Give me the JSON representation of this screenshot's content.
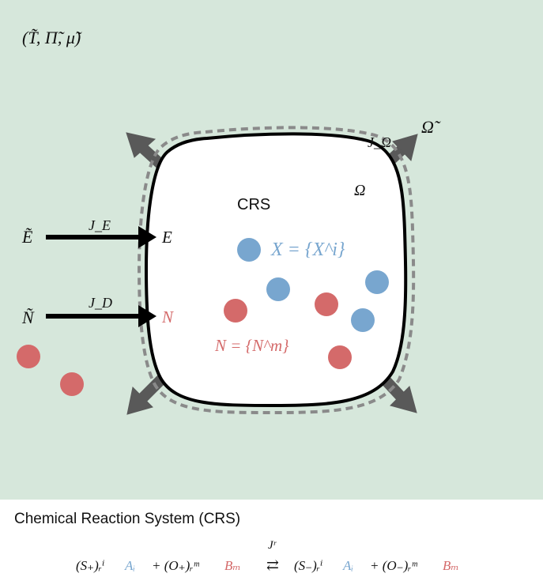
{
  "environment_label": "(T̃, Π̃, μ̃)",
  "system_label": "CRS",
  "boundary_label": "Ω",
  "outer_boundary_label": "Ω̃",
  "flux_labels": {
    "omega": "J_Ω",
    "energy": "J_E",
    "matter": "J_D"
  },
  "reservoir_labels": {
    "energy": "Ẽ",
    "matter": "Ñ"
  },
  "internal_labels": {
    "energy": "E",
    "matter": "N",
    "species_x": "X = {X^i}",
    "species_n": "N = {N^m}"
  },
  "caption": "Chemical Reaction System (CRS)",
  "equation": {
    "left_s": "(S₊)ᵣⁱ",
    "left_a": "Aᵢ",
    "plus1": "+ (O₊)ᵣᵐ",
    "left_b": "Bₘ",
    "arrow_label": "Jʳ",
    "arrow": "⇄",
    "right_s": "(S₋)ᵣⁱ",
    "right_a": "Aᵢ",
    "plus2": "+ (O₋)ᵣᵐ",
    "right_b": "Bₘ"
  },
  "colors": {
    "background": "#d6e7db",
    "blue_particle": "#78a6cf",
    "red_particle": "#d46a6a",
    "arrow_gray": "#595959",
    "black": "#000000"
  }
}
